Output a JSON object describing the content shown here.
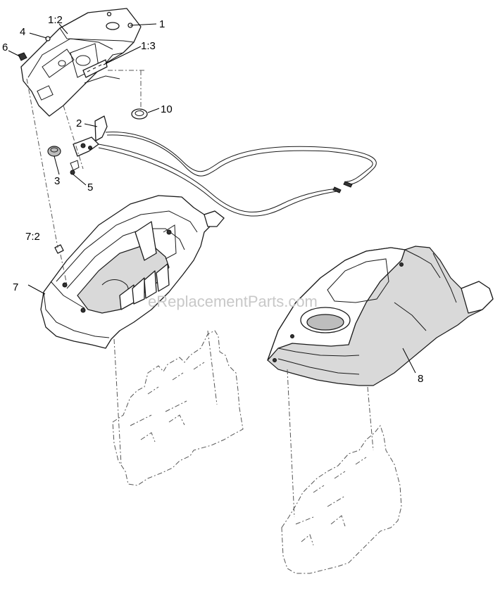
{
  "diagram": {
    "watermark": "eReplacementParts.com",
    "callouts": [
      {
        "id": "c1",
        "label": "1"
      },
      {
        "id": "c1-2",
        "label": "1:2"
      },
      {
        "id": "c4",
        "label": "4"
      },
      {
        "id": "c6",
        "label": "6"
      },
      {
        "id": "c1-3",
        "label": "1:3"
      },
      {
        "id": "c10",
        "label": "10"
      },
      {
        "id": "c2",
        "label": "2"
      },
      {
        "id": "c3",
        "label": "3"
      },
      {
        "id": "c5",
        "label": "5"
      },
      {
        "id": "c7-2",
        "label": "7:2"
      },
      {
        "id": "c7",
        "label": "7"
      },
      {
        "id": "c8",
        "label": "8"
      }
    ],
    "colors": {
      "line": "#1a1a1a",
      "background": "#ffffff",
      "watermark": "#c8c8c8",
      "fender_shade": "#d9d9d9"
    }
  }
}
